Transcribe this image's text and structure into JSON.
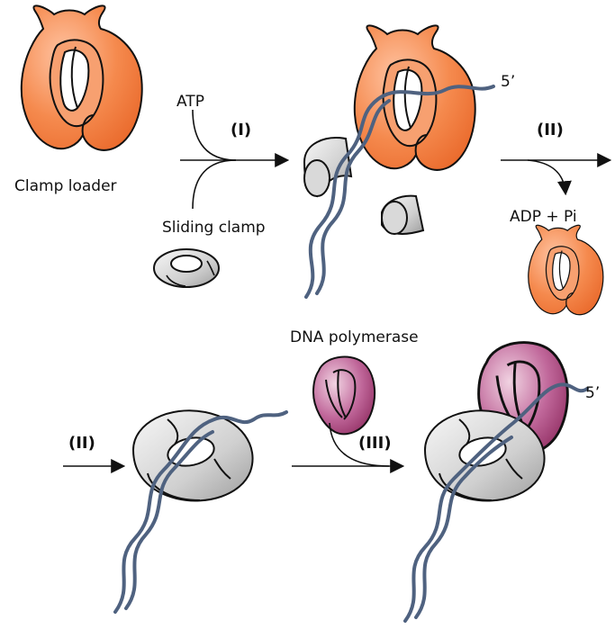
{
  "labels": {
    "clamp_loader": "Clamp loader",
    "atp": "ATP",
    "sliding_clamp": "Sliding clamp",
    "adp_pi": "ADP + Pi",
    "dna_polymerase": "DNA polymerase",
    "five_prime_top": "5’",
    "five_prime_bottom": "5’"
  },
  "steps": {
    "step1": "(I)",
    "step2_top": "(II)",
    "step2_bottom": "(II)",
    "step3": "(III)"
  },
  "colors": {
    "loader": "#f0783a",
    "loader_light": "#ffb089",
    "clamp": "#bdbdbd",
    "clamp_light": "#f2f2f2",
    "polymerase": "#a23a6e",
    "polymerase_light": "#e9bdd3",
    "dna": "#4f6280",
    "ink": "#111111"
  }
}
